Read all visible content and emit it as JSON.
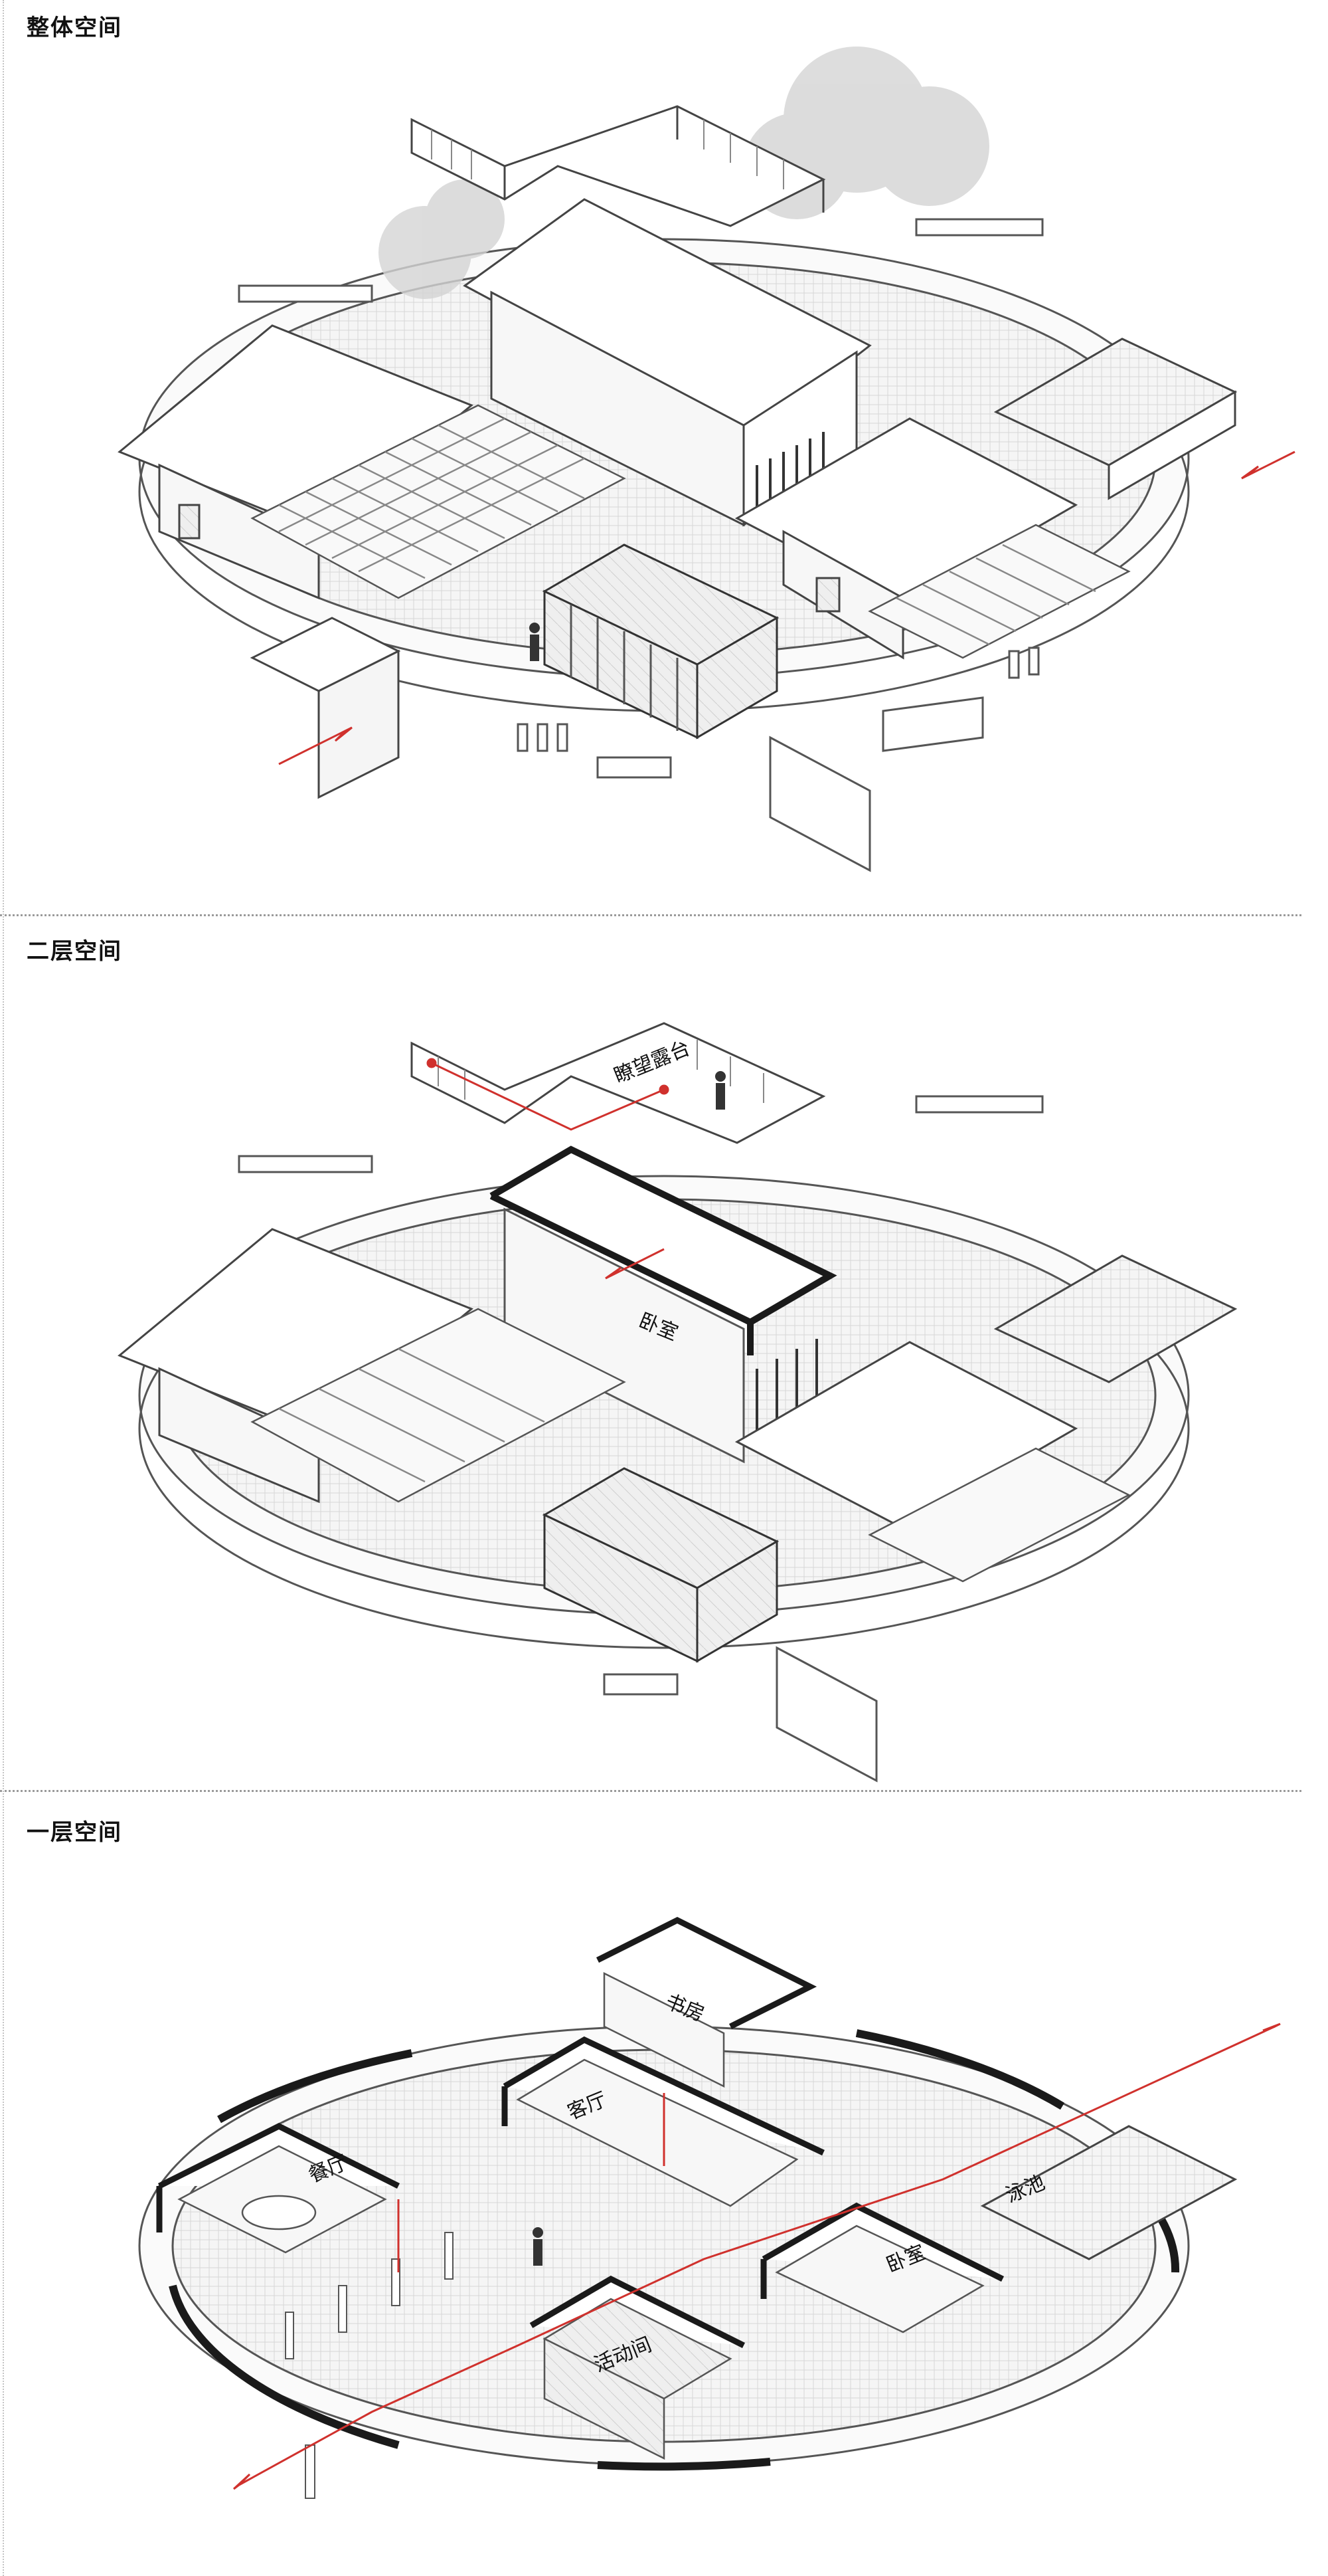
{
  "sections": {
    "overall": {
      "title": "整体空间"
    },
    "second": {
      "title": "二层空间",
      "labels": {
        "terrace": "瞭望露台",
        "bedroom": "卧室"
      }
    },
    "first": {
      "title": "一层空间",
      "labels": {
        "study": "书房",
        "dining": "餐厅",
        "living": "客厅",
        "pool": "泳池",
        "bedroom": "卧室",
        "activity": "活动间"
      }
    }
  },
  "colors": {
    "path_line": "#d0312d",
    "wall_dark": "#1a1a1a",
    "line": "#555555",
    "fill_light": "#f2f2f2"
  },
  "icons": [
    "circulation-arrow-icon",
    "tree-icon",
    "person-icon"
  ]
}
